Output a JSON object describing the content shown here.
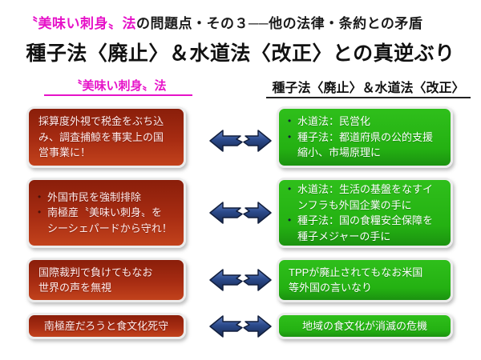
{
  "title": {
    "line1_highlight": "〝美味い刺身〟法",
    "line1_rest": "の問題点・その３──他の法律・条約との矛盾",
    "line2": "種子法〈廃止〉＆水道法〈改正〉との真逆ぶり"
  },
  "columns": {
    "left_header": "〝美味い刺身〟法",
    "right_header": "種子法〈廃止〉＆水道法〈改正〉"
  },
  "rows": [
    {
      "left": {
        "text": "採算度外視で税金をぶち込\nみ、調査捕鯨を事実上の国\n営事業に！"
      },
      "right": {
        "items": [
          "水道法：民営化",
          "種子法：都道府県の公的支援\n縮小、市場原理に"
        ]
      }
    },
    {
      "left": {
        "items": [
          "外国市民を強制排除",
          "南極産〝美味い刺身〟を\nシーシェパードから守れ！"
        ]
      },
      "right": {
        "items": [
          "水道法：生活の基盤をなすイ\nンフラも外国企業の手に",
          "種子法：国の食糧安全保障を\n種子メジャーの手に"
        ]
      }
    },
    {
      "left": {
        "text": "国際裁判で負けてもなお\n世界の声を無視"
      },
      "right": {
        "text": "TPPが廃止されてもなお米国\n等外国の言いなり"
      }
    },
    {
      "left": {
        "text": "南極産だろうと食文化死守"
      },
      "right": {
        "text": "地域の食文化が消滅の危機"
      }
    }
  ],
  "icons": {
    "connector": "broken-double-arrow"
  },
  "colors": {
    "highlight_magenta": "#e612c8",
    "left_box_gradient_top": "#8a1e0a",
    "left_box_gradient_bottom": "#c2421c",
    "right_box_green": "#24b112",
    "arrow_navy": "#2b4a8c",
    "box_border": "#ececec",
    "title_text": "#111111"
  }
}
